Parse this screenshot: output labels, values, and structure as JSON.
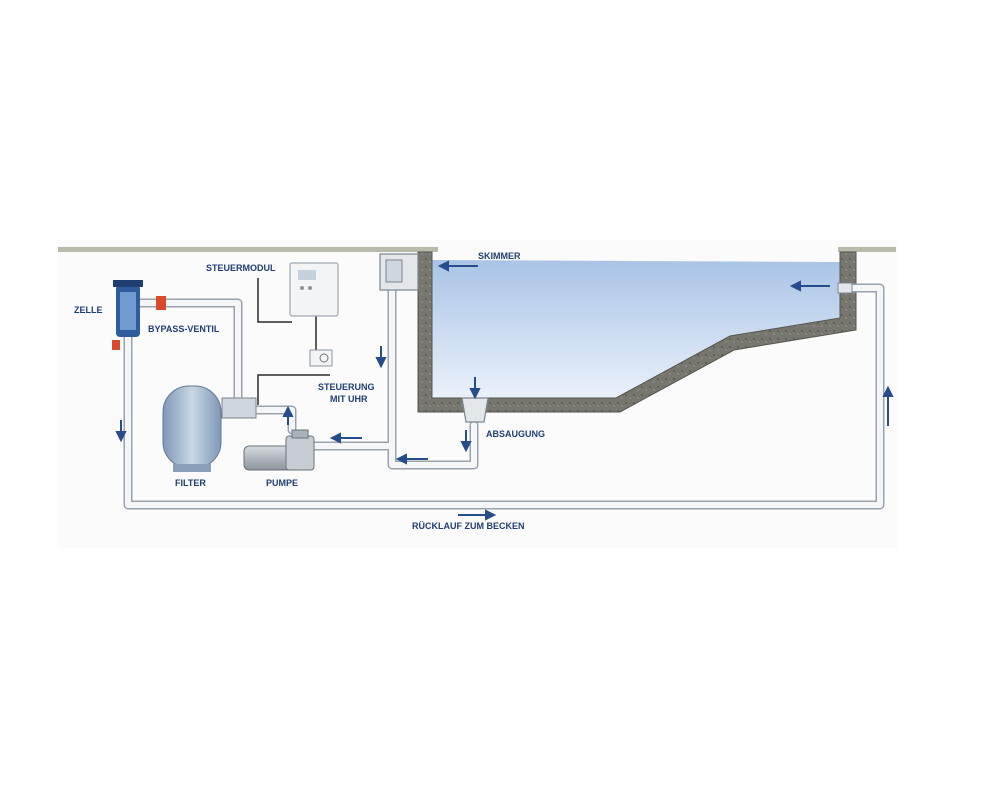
{
  "colors": {
    "label": "#1f3e73",
    "arrow": "#274c8c",
    "pipe_fill": "#f4f6f8",
    "pipe_stroke": "#9aa3ad",
    "water_top": "#a9c4e6",
    "water_bottom": "#eaf1fa",
    "ground": "#9a9f8a",
    "concrete": "#6f6f68"
  },
  "labels": {
    "skimmer": "SKIMMER",
    "steuermodul": "STEUERMODUL",
    "zelle": "ZELLE",
    "bypass_ventil": "BYPASS-VENTIL",
    "steuerung_line1": "STEUERUNG",
    "steuerung_line2": "MIT UHR",
    "absaugung": "ABSAUGUNG",
    "filter": "FILTER",
    "pumpe": "PUMPE",
    "ruecklauf": "RÜCKLAUF ZUM BECKEN"
  },
  "icons": [
    "flow-arrow-icon",
    "control-box-icon",
    "timer-icon",
    "chlorine-cell-icon",
    "valve-icon",
    "sand-filter-icon",
    "pump-icon"
  ]
}
